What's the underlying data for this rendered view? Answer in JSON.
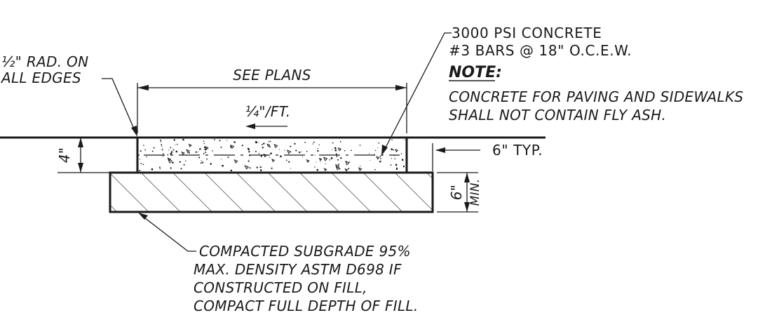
{
  "labels": {
    "radius_line1": "½\" RAD. ON",
    "radius_line2": "ALL EDGES",
    "see_plans": "SEE PLANS",
    "slope": "¼\"/FT.",
    "thickness": "4\"",
    "concrete_line1": "3000 PSI CONCRETE",
    "concrete_line2": "#3 BARS @ 18\" O.C.E.W.",
    "note_title": "NOTE:",
    "note_line1": "CONCRETE FOR PAVING AND SIDEWALKS",
    "note_line2": "SHALL NOT CONTAIN FLY ASH.",
    "typ": "6\" TYP.",
    "subgrade_depth": "6\"",
    "subgrade_min": "MIN.",
    "subgrade_line1": "COMPACTED SUBGRADE 95%",
    "subgrade_line2": "MAX. DENSITY ASTM D698 IF",
    "subgrade_line3": "CONSTRUCTED ON FILL,",
    "subgrade_line4": "COMPACT FULL DEPTH OF FILL."
  },
  "colors": {
    "ink": "#1a1a1a",
    "background": "#ffffff"
  }
}
